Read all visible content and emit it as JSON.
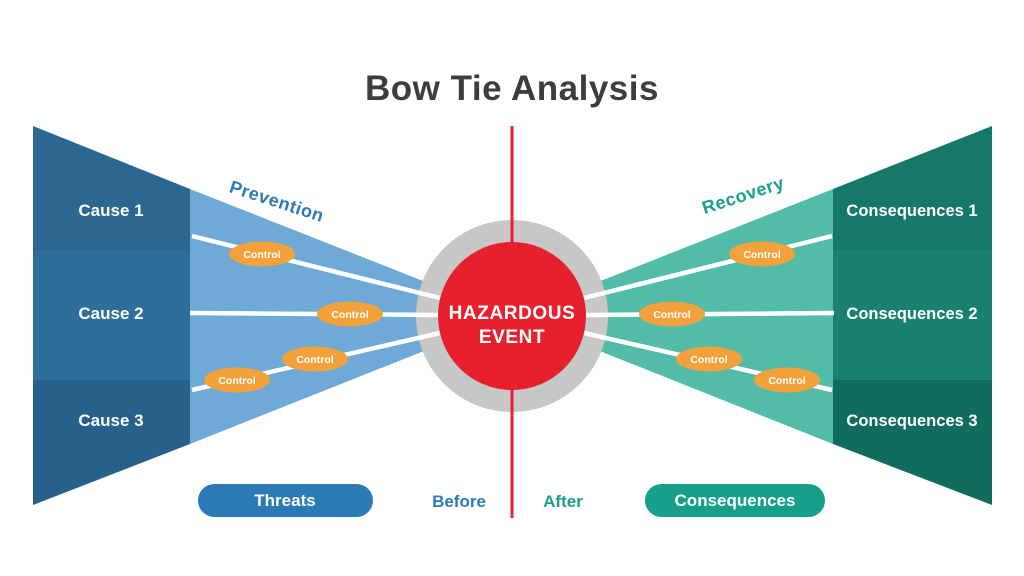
{
  "title": "Bow Tie Analysis",
  "left": {
    "section_label": "Prevention",
    "causes": [
      "Cause 1",
      "Cause 2",
      "Cause 3"
    ],
    "button_label": "Threats",
    "accent_color": "#2b79b5"
  },
  "right": {
    "section_label": "Recovery",
    "consequences": [
      "Consequences 1",
      "Consequences 2",
      "Consequences 3"
    ],
    "button_label": "Consequences",
    "accent_color": "#16a08a"
  },
  "center": {
    "event_line1": "HAZARDOUS",
    "event_line2": "EVENT",
    "before_label": "Before",
    "after_label": "After"
  },
  "control_label": "Control",
  "colors": {
    "cause_row1": "#2b6791",
    "cause_row2": "#2e6f9a",
    "cause_row3": "#27618b",
    "consequence_row1": "#157868",
    "consequence_row2": "#1a816f",
    "consequence_row3": "#126c5d",
    "left_funnel": "#6faad6",
    "right_funnel": "#53bca8",
    "control_fill": "#f2a13b",
    "event_red": "#e7202e",
    "ring_gray": "#c7c7c8",
    "title_color": "#3d3d3d"
  }
}
